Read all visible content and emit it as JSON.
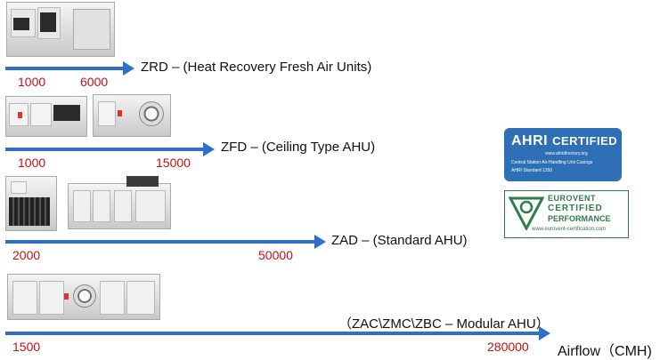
{
  "rows": [
    {
      "id": "zrd",
      "min": "1000",
      "max": "6000",
      "label": "ZRD – (Heat Recovery Fresh Air Units)"
    },
    {
      "id": "zfd",
      "min": "1000",
      "max": "15000",
      "label": "ZFD – (Ceiling Type  AHU)"
    },
    {
      "id": "zad",
      "min": "2000",
      "max": "50000",
      "label": "ZAD – (Standard AHU)"
    },
    {
      "id": "modular",
      "min": "1500",
      "max": "280000",
      "label": "（ZAC\\ZMC\\ZBC – Modular AHU）"
    }
  ],
  "axis_label": "Airflow（CMH)",
  "colors": {
    "arrow": "#2f6fc9",
    "numbers": "#c81010"
  },
  "badges": {
    "ahri": {
      "logo": "AHRI",
      "certified": "CERTIFIED",
      "url": "www.ahridirectory.org",
      "line1": "Central Station Air-Handling Unit Casings",
      "line2": "AHRI Standard 1350"
    },
    "eurovent": {
      "line1": "EUROVENT",
      "line2": "CERTIFIED",
      "line3": "PERFORMANCE",
      "url": "www.eurovent-certification.com"
    }
  }
}
